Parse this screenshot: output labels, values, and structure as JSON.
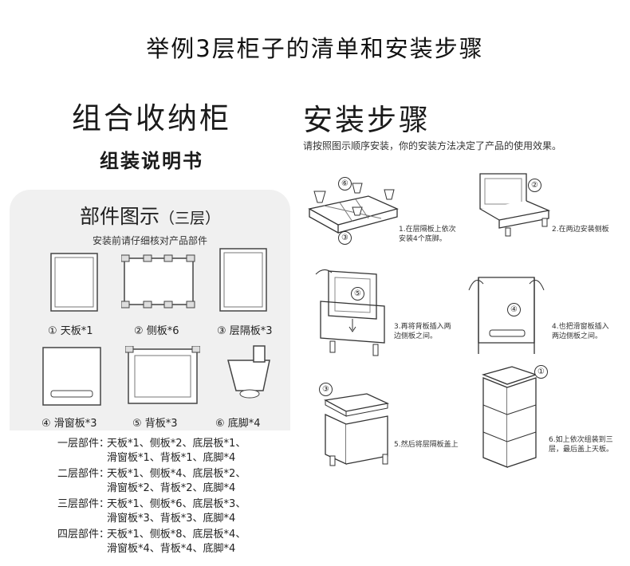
{
  "page": {
    "title": "举例3层柜子的清单和安装步骤"
  },
  "left": {
    "title": "组合收纳柜",
    "subtitle": "组装说明书",
    "parts_title": "部件图示",
    "parts_title_suffix": "（三层）",
    "parts_note": "安装前请仔细核对产品部件",
    "parts": [
      {
        "num": "①",
        "name": "天板*1"
      },
      {
        "num": "②",
        "name": "侧板*6"
      },
      {
        "num": "③",
        "name": "层隔板*3"
      },
      {
        "num": "④",
        "name": "滑窗板*3"
      },
      {
        "num": "⑤",
        "name": "背板*3"
      },
      {
        "num": "⑥",
        "name": "底脚*4"
      }
    ],
    "lists": [
      {
        "label": "一层部件：",
        "line1": "天板*1、侧板*2、底层板*1、",
        "line2": "滑窗板*1、背板*1、底脚*4"
      },
      {
        "label": "二层部件：",
        "line1": "天板*1、侧板*4、底层板*2、",
        "line2": "滑窗板*2、背板*2、底脚*4"
      },
      {
        "label": "三层部件：",
        "line1": "天板*1、侧板*6、底层板*3、",
        "line2": "滑窗板*3、背板*3、底脚*4"
      },
      {
        "label": "四层部件：",
        "line1": "天板*1、侧板*8、底层板*4、",
        "line2": "滑窗板*4、背板*4、底脚*4"
      }
    ]
  },
  "right": {
    "title": "安装步骤",
    "subtitle": "请按照图示顺序安装，你的安装方法决定了产品的使用效果。",
    "steps": [
      {
        "line1": "1.在层隔板上依次",
        "line2": "安装4个底脚。"
      },
      {
        "line1": "2.在两边安装侧板",
        "line2": ""
      },
      {
        "line1": "3.再将背板插入两",
        "line2": "边侧板之间。"
      },
      {
        "line1": "4.也把滑窗板插入",
        "line2": "两边侧板之间。"
      },
      {
        "line1": "5.然后将层隔板盖上",
        "line2": ""
      },
      {
        "line1": "6.如上依次组装到三",
        "line2": "层，最后盖上天板。"
      }
    ],
    "markers": {
      "m1": "①",
      "m2": "②",
      "m3": "③",
      "m4": "④",
      "m5": "⑤",
      "m6": "⑥"
    }
  }
}
